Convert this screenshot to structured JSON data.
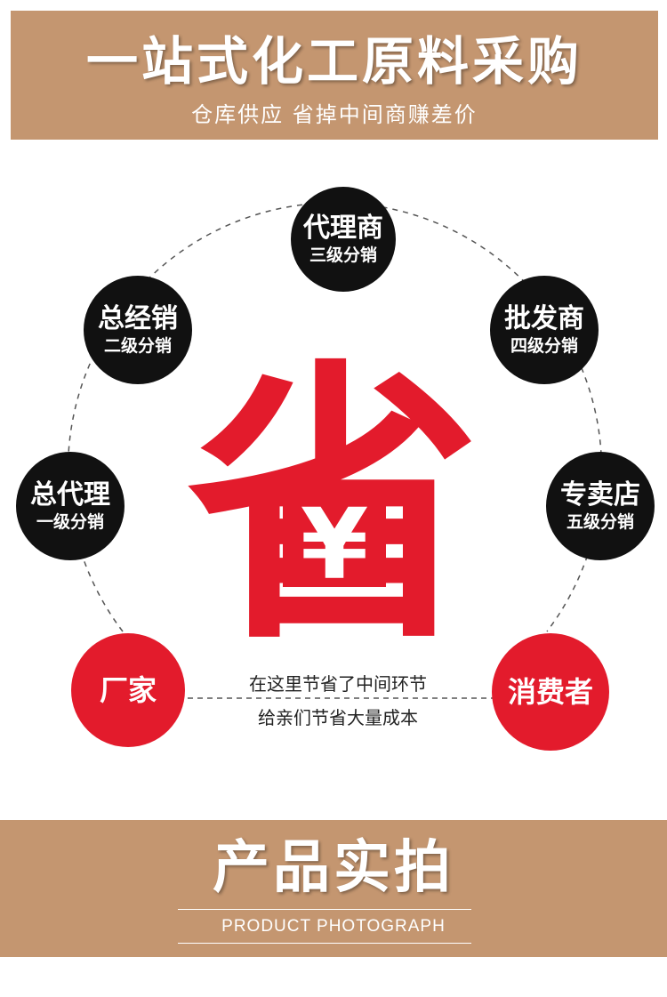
{
  "header": {
    "title": "一站式化工原料采购",
    "subtitle": "仓库供应 省掉中间商赚差价"
  },
  "diagram": {
    "center_char": "省",
    "center_symbol": "¥",
    "nodes": [
      {
        "main": "代理商",
        "sub": "三级分销"
      },
      {
        "main": "总经销",
        "sub": "二级分销"
      },
      {
        "main": "批发商",
        "sub": "四级分销"
      },
      {
        "main": "总代理",
        "sub": "一级分销"
      },
      {
        "main": "专卖店",
        "sub": "五级分销"
      },
      {
        "main": "厂家"
      },
      {
        "main": "消费者"
      }
    ],
    "middle_text_1": "在这里节省了中间环节",
    "middle_text_2": "给亲们节省大量成本"
  },
  "footer": {
    "title": "产品实拍",
    "subtitle_en": "PRODUCT PHOTOGRAPH"
  },
  "colors": {
    "banner": "#c49670",
    "red": "#e31b2c",
    "black": "#111111"
  }
}
